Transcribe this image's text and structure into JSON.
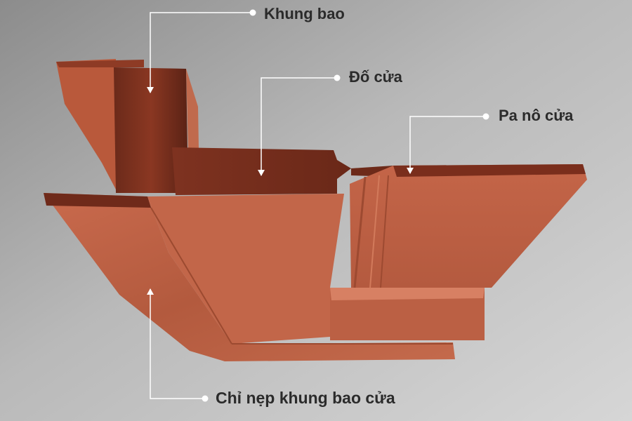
{
  "labels": {
    "khung_bao": "Khung bao",
    "do_cua": "Đố cửa",
    "pa_no_cua": "Pa nô cửa",
    "chi_nep_khung_bao_cua": "Chỉ nẹp khung bao cửa"
  },
  "colors": {
    "background_light": "#c9c9c9",
    "background_dark": "#8f8f8f",
    "wood_dark": "#5e2416",
    "wood_mid": "#9a432b",
    "wood_light": "#c96a4c",
    "leader_line": "#ffffff",
    "label_text": "#2b2b2b"
  }
}
